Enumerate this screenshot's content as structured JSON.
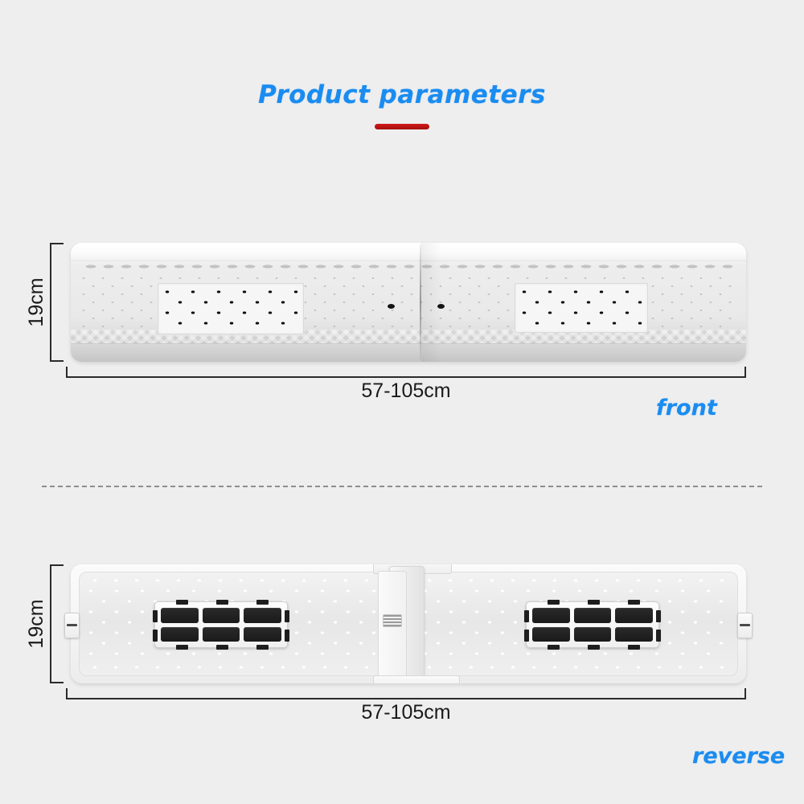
{
  "header": {
    "title": "Product parameters",
    "title_color": "#1a8cf0",
    "rule_color": "#c01414"
  },
  "views": [
    {
      "id": "front",
      "label": "front",
      "height_label": "19cm",
      "width_label": "57-105cm"
    },
    {
      "id": "reverse",
      "label": "reverse",
      "height_label": "19cm",
      "width_label": "57-105cm"
    }
  ],
  "front_view": {
    "label": "front",
    "height_label": "19cm",
    "width_label": "57-105cm",
    "vents": [
      "left-vent-grille",
      "right-vent-grille"
    ]
  },
  "reverse_view": {
    "label": "reverse",
    "height_label": "19cm",
    "width_label": "57-105cm",
    "modules": [
      "left-pad-module",
      "right-pad-module"
    ],
    "pad_rows": 2,
    "pad_columns": 3
  },
  "background_color": "#eeeeee"
}
